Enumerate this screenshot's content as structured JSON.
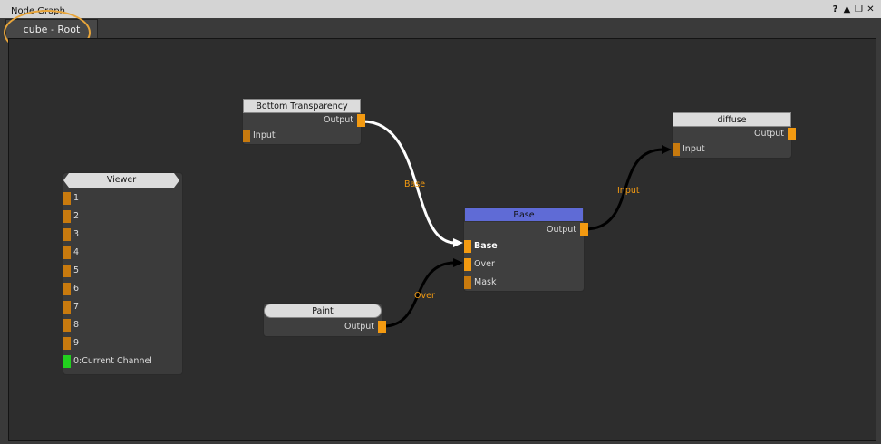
{
  "window": {
    "title": "Node Graph",
    "buttons": [
      "?",
      "▲",
      "❐",
      "✕"
    ]
  },
  "tab": {
    "label": "cube - Root"
  },
  "nodes": {
    "bottom_transparency": {
      "title": "Bottom Transparency",
      "output": "Output",
      "input": "Input"
    },
    "diffuse": {
      "title": "diffuse",
      "output": "Output",
      "input": "Input"
    },
    "viewer": {
      "title": "Viewer",
      "inputs": [
        "1",
        "2",
        "3",
        "4",
        "5",
        "6",
        "7",
        "8",
        "9",
        "0:Current Channel"
      ]
    },
    "base": {
      "title": "Base",
      "output": "Output",
      "inputs": [
        "Base",
        "Over",
        "Mask"
      ]
    },
    "paint": {
      "title": "Paint",
      "output": "Output"
    }
  },
  "edges": {
    "base_label": "Base",
    "input_label": "Input",
    "over_label": "Over"
  },
  "colors": {
    "port": "#f39a11",
    "port_in": "#c87a0e",
    "active_port": "#22d11e",
    "base_header": "#5f6bd6",
    "highlight": "#e8a53a"
  }
}
